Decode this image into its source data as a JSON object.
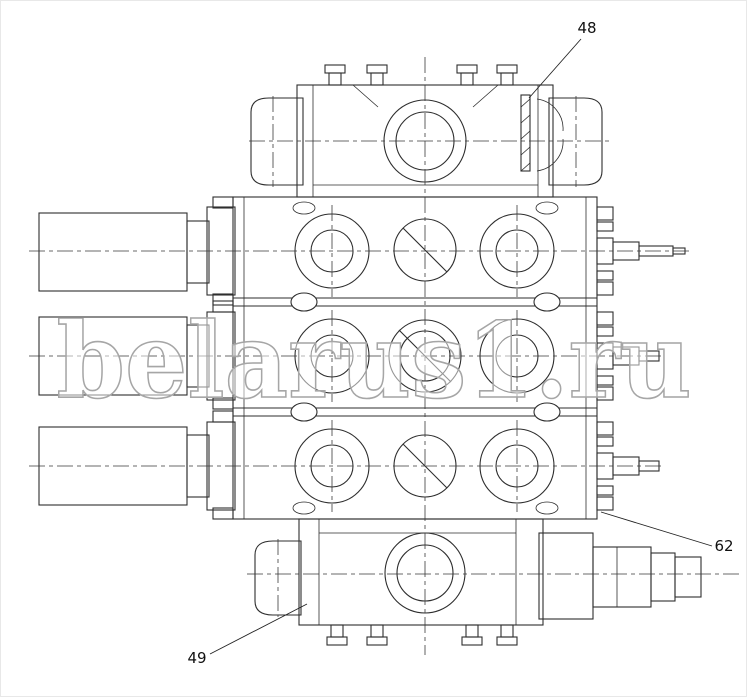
{
  "colors": {
    "line": "#2e2e2e",
    "centerline": "#3a3a3a",
    "watermark_stroke": "#a6a6a6",
    "background": "#ffffff"
  },
  "watermark": {
    "text": "belarus1.ru"
  },
  "callouts": [
    {
      "label": "48"
    },
    {
      "label": "49"
    },
    {
      "label": "62"
    }
  ]
}
